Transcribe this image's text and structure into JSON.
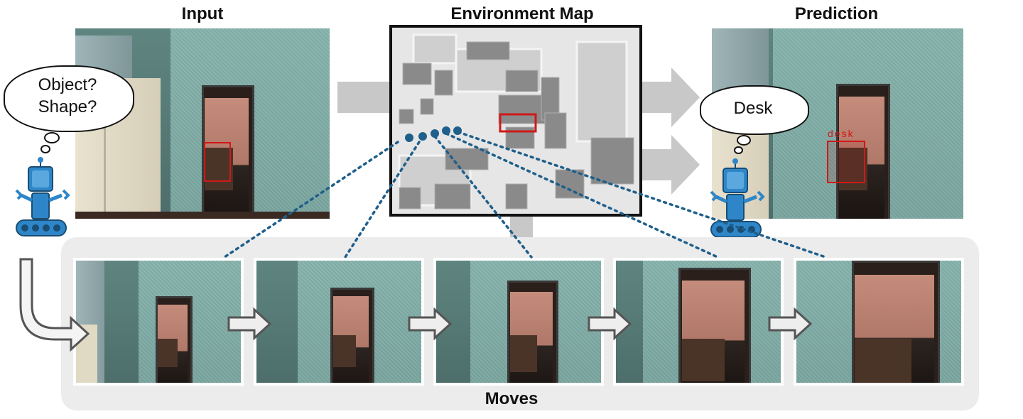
{
  "headings": {
    "input": "Input",
    "environment_map": "Environment Map",
    "prediction": "Prediction",
    "moves": "Moves"
  },
  "input_thought": {
    "line1": "Object?",
    "line2": "Shape?"
  },
  "prediction_thought": "Desk",
  "prediction_box_label": "desk",
  "colors": {
    "bbox": "#d01818",
    "path_dots": "#1f5f8b",
    "robot": "#2e86c8",
    "moves_panel": "#ececec",
    "big_arrow": "#c8c8c8"
  },
  "icons": {
    "robot_left": "robot-icon",
    "robot_right": "robot-icon",
    "move_arrow": "right-arrow-icon",
    "bend_arrow": "bent-arrow-icon"
  },
  "move_frame_count": 5
}
